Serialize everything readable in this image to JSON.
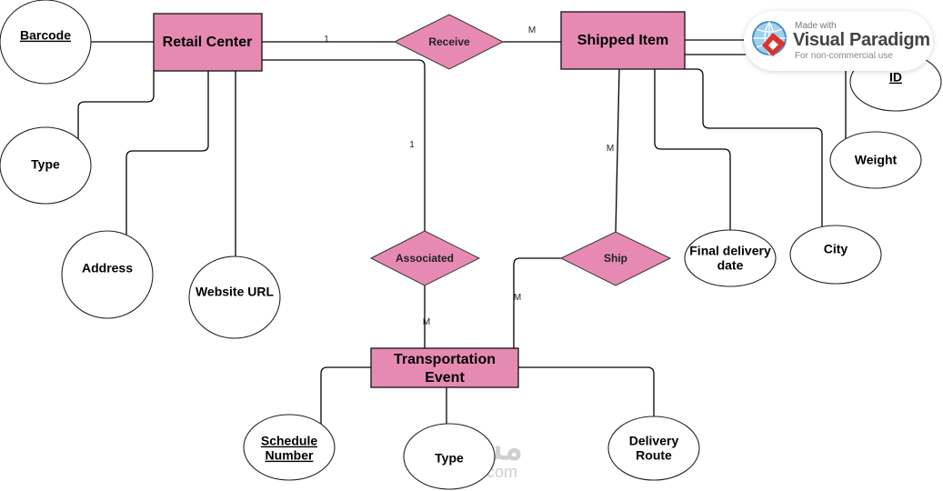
{
  "diagram": {
    "type": "ER diagram",
    "entities": [
      {
        "id": "retail_center",
        "label": "Retail Center"
      },
      {
        "id": "shipped_item",
        "label": "Shipped Item"
      },
      {
        "id": "transportation_event",
        "label_line1": "Transportation",
        "label_line2": "Event"
      }
    ],
    "relationships": [
      {
        "id": "receive",
        "label": "Receive"
      },
      {
        "id": "associated",
        "label": "Associated"
      },
      {
        "id": "ship",
        "label": "Ship"
      }
    ],
    "attributes": {
      "barcode": {
        "label": "Barcode",
        "key": true,
        "owner": "Retail Center"
      },
      "rc_type": {
        "label": "Type",
        "key": false,
        "owner": "Retail Center"
      },
      "address": {
        "label": "Address",
        "key": false,
        "owner": "Retail Center"
      },
      "website_url": {
        "label": "Website URL",
        "key": false,
        "owner": "Retail Center"
      },
      "id": {
        "label": "ID",
        "key": true,
        "owner": "Shipped Item"
      },
      "weight": {
        "label": "Weight",
        "key": false,
        "owner": "Shipped Item"
      },
      "final_delivery_date": {
        "line1": "Final delivery",
        "line2": "date",
        "key": false,
        "owner": "Shipped Item"
      },
      "city": {
        "label": "City",
        "key": false,
        "owner": "Shipped Item"
      },
      "schedule_number": {
        "line1": "Schedule",
        "line2": "Number",
        "key": true,
        "owner": "Transportation Event"
      },
      "te_type": {
        "label": "Type",
        "key": false,
        "owner": "Transportation Event"
      },
      "delivery_route": {
        "line1": "Delivery",
        "line2": "Route",
        "key": false,
        "owner": "Transportation Event"
      }
    },
    "cardinalities": {
      "receive_retail": "1",
      "receive_shipped": "M",
      "associated_retail": "1",
      "associated_transport": "M",
      "ship_shipped": "M",
      "ship_transport": "M"
    }
  },
  "badge": {
    "line1": "Made with",
    "line2": "Visual Paradigm",
    "line3": "For non-commercial use"
  },
  "watermark": {
    "arabic": "مستقل",
    "latin": "mostaql.com"
  },
  "colors": {
    "entity_fill": "#e68ab4",
    "relationship_fill": "#e68ab4",
    "attribute_fill": "#ffffff"
  }
}
